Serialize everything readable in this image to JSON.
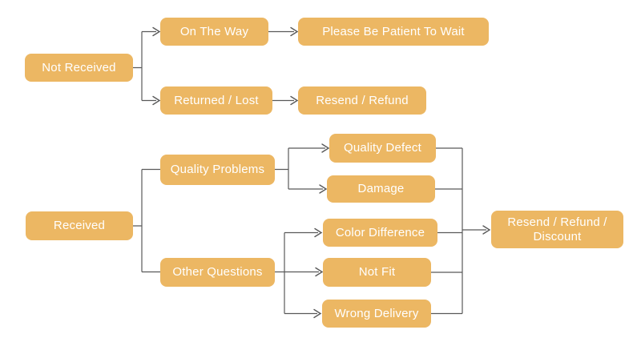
{
  "diagram": {
    "colors": {
      "background": "#FFFFFF",
      "box_fill": "#ECB763",
      "box_text": "#FFFFFF",
      "line": "#595959"
    },
    "nodes": {
      "not_received": {
        "label": "Not Received"
      },
      "on_the_way": {
        "label": "On The Way"
      },
      "returned_lost": {
        "label": "Returned / Lost"
      },
      "please_wait": {
        "label": "Please Be Patient To Wait"
      },
      "resend_refund": {
        "label": "Resend / Refund"
      },
      "received": {
        "label": "Received"
      },
      "quality_problems": {
        "label": "Quality Problems"
      },
      "other_questions": {
        "label": "Other Questions"
      },
      "quality_defect": {
        "label": "Quality Defect"
      },
      "damage": {
        "label": "Damage"
      },
      "color_difference": {
        "label": "Color Difference"
      },
      "not_fit": {
        "label": "Not Fit"
      },
      "wrong_delivery": {
        "label": "Wrong Delivery"
      },
      "resend_refund_discount": {
        "label": "Resend / Refund / Discount"
      }
    }
  }
}
